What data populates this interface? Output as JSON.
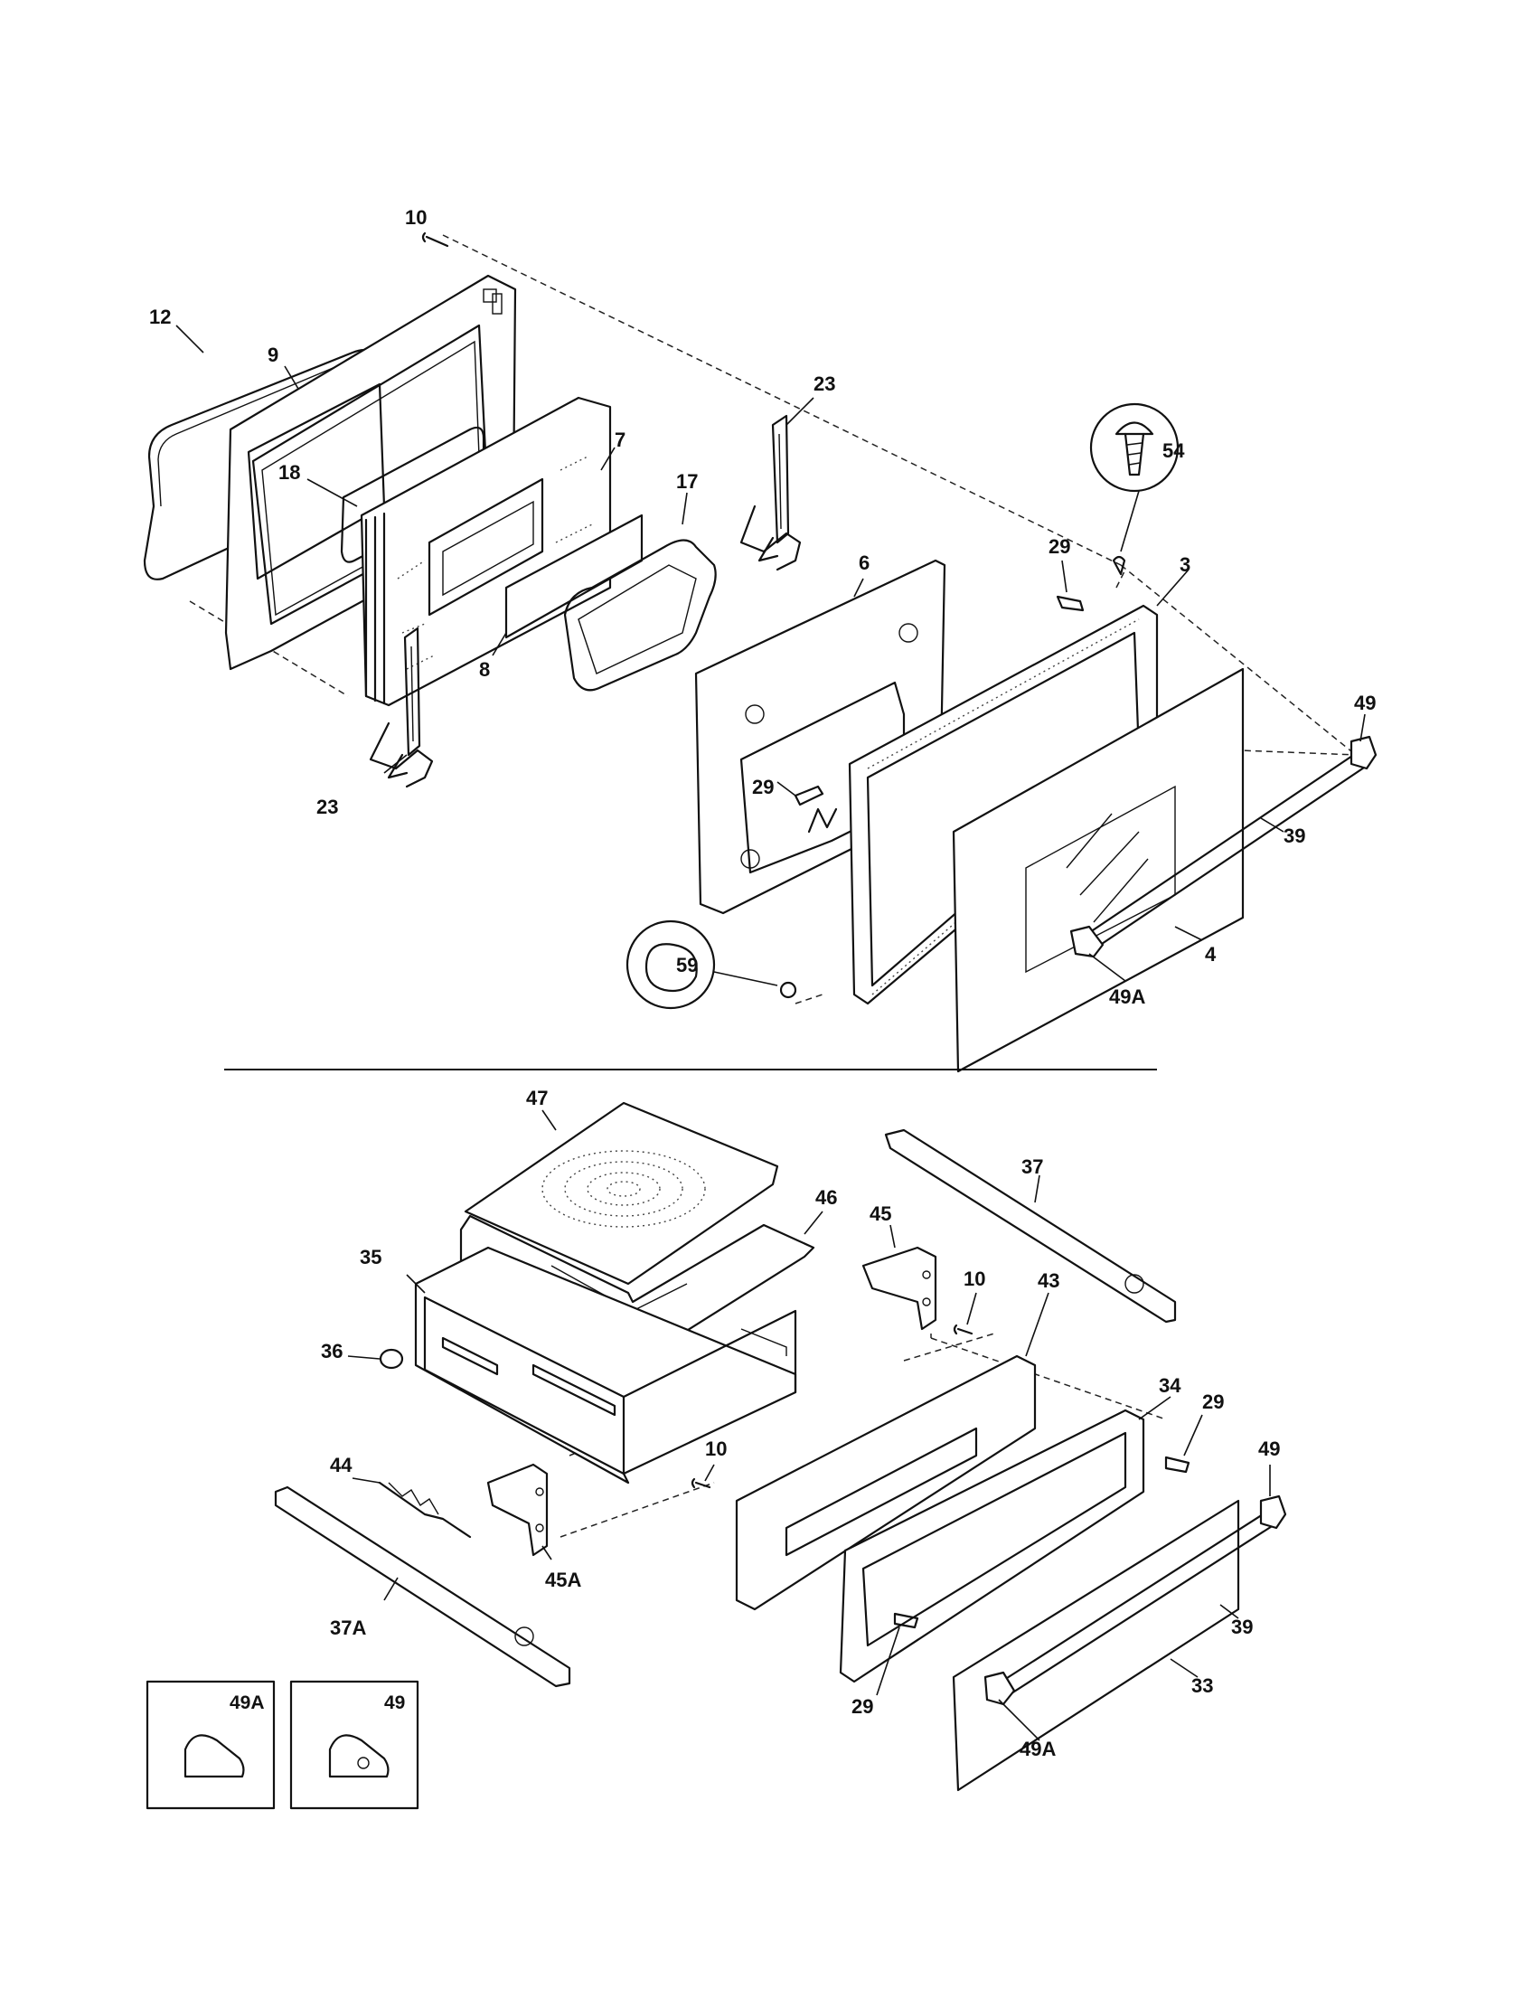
{
  "callouts": {
    "c10a": "10",
    "c12": "12",
    "c9": "9",
    "c18": "18",
    "c7": "7",
    "c17": "17",
    "c8": "8",
    "c23a": "23",
    "c23b": "23",
    "c6": "6",
    "c29a": "29",
    "c29b": "29",
    "c54": "54",
    "c3": "3",
    "c49a": "49",
    "c39a": "39",
    "c4": "4",
    "c49Aa": "49A",
    "c59": "59",
    "c47": "47",
    "c46": "46",
    "c35": "35",
    "c36": "36",
    "c37": "37",
    "c45": "45",
    "c10b": "10",
    "c43": "43",
    "c34": "34",
    "c29c": "29",
    "c49b": "49",
    "c44": "44",
    "c10c": "10",
    "c45A": "45A",
    "c37A": "37A",
    "c39b": "39",
    "c33": "33",
    "c29d": "29",
    "c49Ab": "49A"
  },
  "inset_boxes": {
    "left_label": "49A",
    "right_label": "49"
  }
}
